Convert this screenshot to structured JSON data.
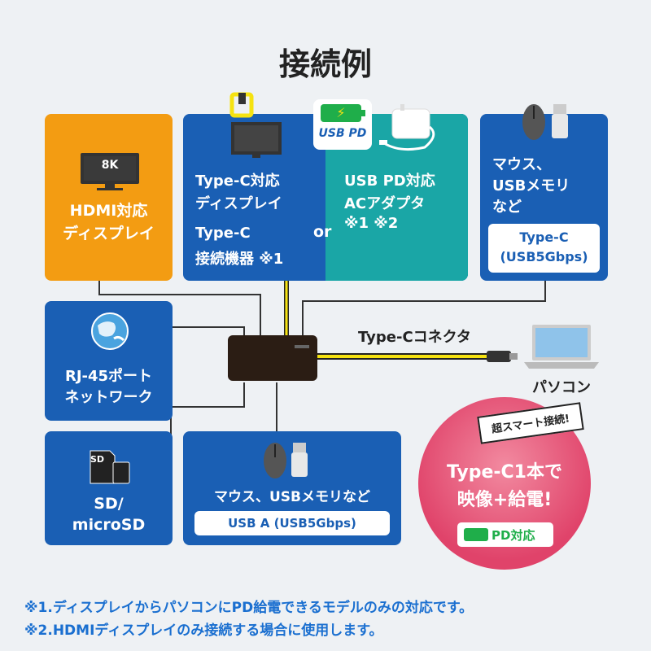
{
  "title": "接続例",
  "hdmi": {
    "badge": "8K",
    "line1": "HDMI対応",
    "line2": "ディスプレイ"
  },
  "typec_display": {
    "line1": "Type-C対応",
    "line2": "ディスプレイ",
    "line3": "Type-C",
    "line4": "接続機器 ※1",
    "or": "or"
  },
  "usbpd": {
    "logo": "USB PD",
    "line1": "USB PD対応",
    "line2": "ACアダプタ",
    "line3": "※1 ※2"
  },
  "mouse_top": {
    "line1": "マウス、",
    "line2": "USBメモリ",
    "line3": "など",
    "pill1": "Type-C",
    "pill2": "(USB5Gbps)"
  },
  "rj45": {
    "line1": "RJ-45ポート",
    "line2": "ネットワーク"
  },
  "connector": {
    "label": "Type-Cコネクタ",
    "pc_label": "パソコン"
  },
  "sd": {
    "card": "SD",
    "line1": "SD/",
    "line2": "microSD"
  },
  "usba": {
    "line1": "マウス、USBメモリなど",
    "pill": "USB A (USB5Gbps)"
  },
  "promo": {
    "tag": "超スマート接続!",
    "line1": "Type-C1本で",
    "line2": "映像+給電!",
    "pd_badge": "PD対応"
  },
  "footnotes": [
    "※1.ディスプレイからパソコンにPD給電できるモデルのみの対応です。",
    "※2.HDMIディスプレイのみ接続する場合に使用します。"
  ],
  "colors": {
    "blue": "#1a5fb4",
    "teal": "#1aa6a6",
    "orange": "#f39c12",
    "note": "#1a6fd0",
    "cable_yellow": "#f5e211",
    "promo_pink": "#e0436a"
  }
}
